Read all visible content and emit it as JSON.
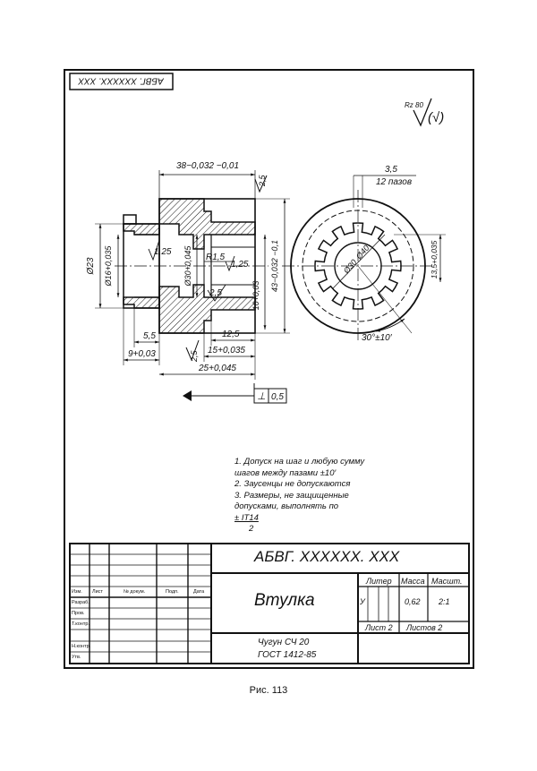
{
  "corner_stamp": "АБВГ. XXXXXX. XXX",
  "roughness": {
    "symbol": "Rz 80",
    "paren": "(√)"
  },
  "dims": {
    "d38": "38−0,032 −0,01",
    "r25_top": "2,5",
    "d23": "Ø23",
    "d16": "Ø16+0,035",
    "r125a": "1,25",
    "r15": "R1,5",
    "r125b": "1,25",
    "d30": "Ø30+0,045",
    "d43": "43−0,032 −0,1",
    "d10": "10+0,03",
    "r25_mid": "2,5",
    "d55": "5,5",
    "d9": "9+0,03",
    "r25_bot": "2,5",
    "d125": "12,5",
    "d15": "15+0,035",
    "d25": "25+0,045",
    "perp": "⊥",
    "perp_val": "0,5",
    "d35": "3,5",
    "slots": "12 пазов",
    "d30b": "Ø30",
    "d40": "Ø40",
    "d135": "13,5+0,035",
    "angle": "30°±10′"
  },
  "notes": [
    "1. Допуск на шаг и любую сумму",
    "шагов между пазами ±10′",
    "2. Заусенцы не допускаются",
    "3. Размеры, не защищенные",
    "допусками, выполнять по",
    "± IT14",
    "2"
  ],
  "title_block": {
    "designation": "АБВГ. XXXXXX. XXX",
    "name": "Втулка",
    "material_1": "Чугун СЧ 20",
    "material_2": "ГОСТ 1412-85",
    "col_liter": "Литер",
    "col_mass": "Масса",
    "col_scale": "Масшт.",
    "liter_val": "У",
    "mass_val": "0,62",
    "scale_val": "2:1",
    "sheet": "Лист 2",
    "sheets": "Листов 2",
    "rows": {
      "izm": "Изм.",
      "list": "Лист",
      "doc": "№ докум.",
      "sign": "Подп.",
      "date": "Дата",
      "razrab": "Разраб.",
      "prov": "Пров.",
      "tkontr": "Т.контр.",
      "nkontr": "Н.контр.",
      "utv": "Утв."
    }
  },
  "caption": "Рис. 113"
}
